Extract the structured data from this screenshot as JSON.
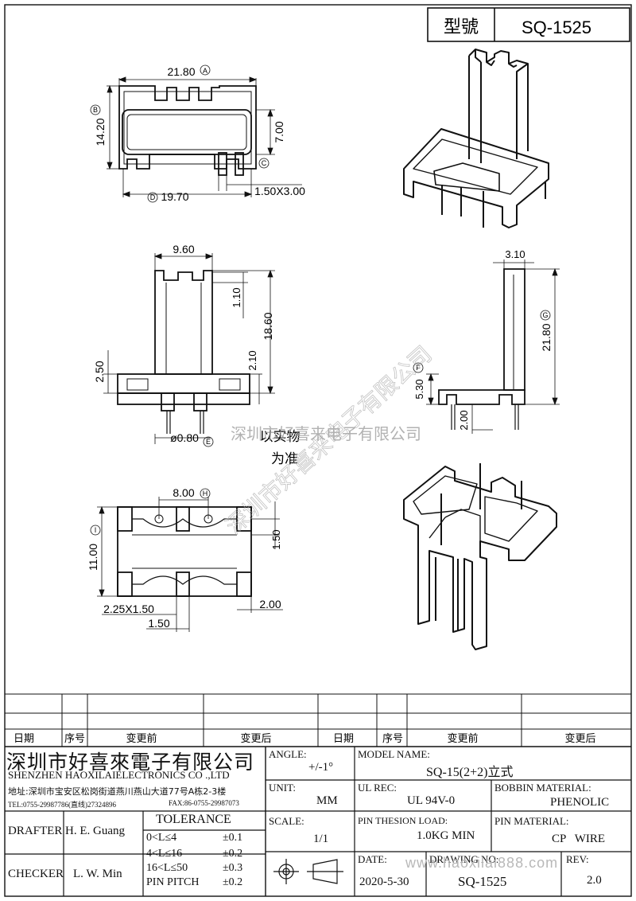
{
  "header": {
    "model_label": "型號",
    "model_value": "SQ-1525"
  },
  "dims": {
    "top_width": "21.80",
    "top_width_tag": "A",
    "top_height": "14.20",
    "top_height_tag": "B",
    "top_inner": "7.00",
    "top_inner_tag": "C",
    "top_bottom": "19.70",
    "top_bottom_tag": "D",
    "top_pin": "1.50X3.00",
    "front_width": "9.60",
    "front_h1": "1.10",
    "front_h2": "18.60",
    "front_h3": "2.10",
    "front_base": "2.50",
    "front_pin": "ø0.80",
    "front_pin_tag": "E",
    "front_note1": "以实物",
    "front_note2": "为准",
    "side_width": "3.10",
    "side_height": "21.80",
    "side_height_tag": "G",
    "side_base": "5.30",
    "side_base_tag": "F",
    "side_pin": "2.00",
    "bottom_pitch": "8.00",
    "bottom_pitch_tag": "H",
    "bottom_depth": "11.00",
    "bottom_depth_tag": "I",
    "bottom_right": "1.50",
    "bottom_slot": "2.25X1.50",
    "bottom_left": "1.50",
    "bottom_pin": "2.00"
  },
  "watermark": "深圳市好喜来电子有限公司",
  "revision_headers": {
    "date": "日期",
    "seq": "序号",
    "before": "变更前",
    "after": "变更后"
  },
  "company": {
    "name_cn": "深圳市好喜來電子有限公司",
    "name_en": "SHENZHEN HAOXILAIELECTRONICS CO .,LTD",
    "address": "地址:深圳市宝安区松岗街道燕川燕山大道77号A栋2-3楼",
    "tel": "TEL:0755-29987786(直线)27324896",
    "fax": "FAX:86-0755-29987073"
  },
  "titleblock": {
    "angle_label": "ANGLE:",
    "angle_value": "+/-1°",
    "model_name_label": "MODEL NAME:",
    "model_name_value": "SQ-15(2+2)立式",
    "unit_label": "UNIT:",
    "unit_value": "MM",
    "ul_label": "UL REC:",
    "ul_value": "UL 94V-0",
    "bobbin_label": "BOBBIN MATERIAL:",
    "bobbin_value": "PHENOLIC",
    "drafter_label": "DRAFTER",
    "drafter_value": "H. E. Guang",
    "tolerance_label": "TOLERANCE",
    "tol_rows": [
      [
        "0<L≤4",
        "±0.1"
      ],
      [
        "4<L≤16",
        "±0.2"
      ],
      [
        "16<L≤50",
        "±0.3"
      ],
      [
        "PIN PITCH",
        "±0.2"
      ]
    ],
    "scale_label": "SCALE:",
    "scale_value": "1/1",
    "pin_load_label": "PIN THESION LOAD:",
    "pin_load_value": "1.0KG MIN",
    "pin_mat_label": "PIN MATERIAL:",
    "pin_mat_value": "CP   WIRE",
    "checker_label": "CHECKER",
    "checker_value": "L. W. Min",
    "date_label": "DATE:",
    "date_value": "2020-5-30",
    "drawing_label": "DRAWING NO:",
    "drawing_value": "SQ-1525",
    "rev_label": "REV:",
    "rev_value": "2.0",
    "url_watermark": "www.haoxilai888.com"
  }
}
